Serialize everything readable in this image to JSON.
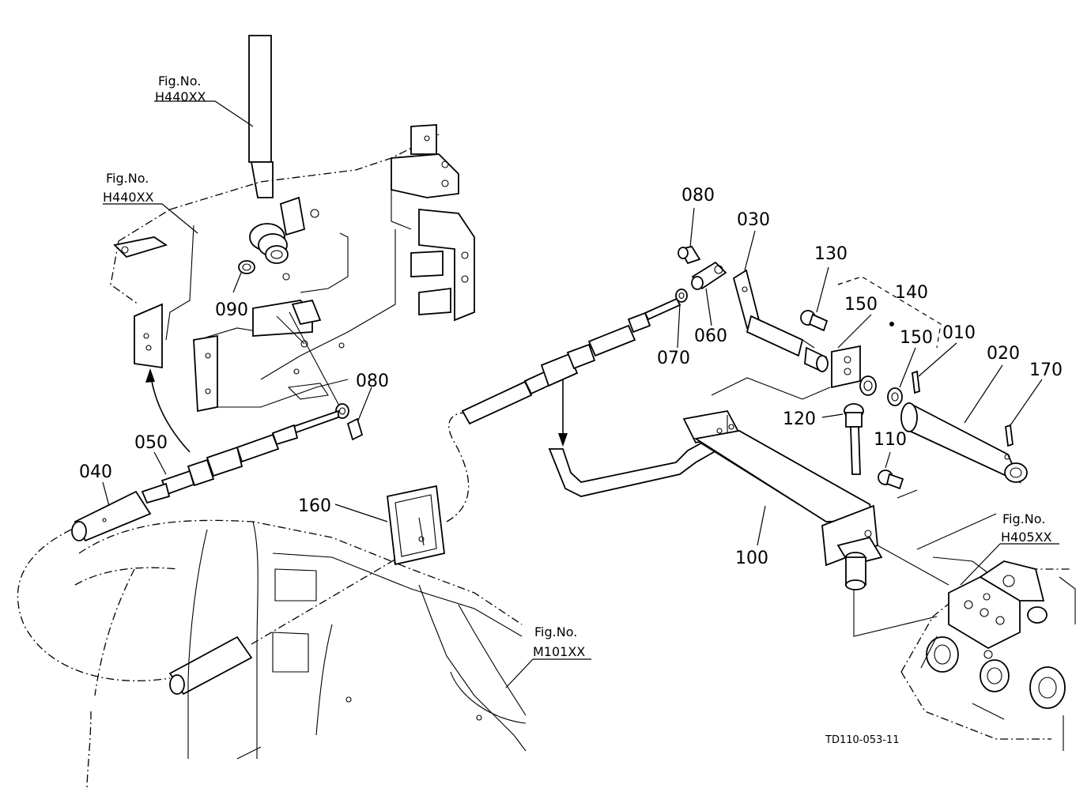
{
  "diagram": {
    "part_labels": [
      {
        "id": "p080a",
        "text": "080"
      },
      {
        "id": "p030",
        "text": "030"
      },
      {
        "id": "p130",
        "text": "130"
      },
      {
        "id": "p140",
        "text": "140"
      },
      {
        "id": "p150a",
        "text": "150"
      },
      {
        "id": "p150b",
        "text": "150"
      },
      {
        "id": "p010",
        "text": "010"
      },
      {
        "id": "p020",
        "text": "020"
      },
      {
        "id": "p170",
        "text": "170"
      },
      {
        "id": "p060",
        "text": "060"
      },
      {
        "id": "p070",
        "text": "070"
      },
      {
        "id": "p120",
        "text": "120"
      },
      {
        "id": "p110",
        "text": "110"
      },
      {
        "id": "p100",
        "text": "100"
      },
      {
        "id": "p090",
        "text": "090"
      },
      {
        "id": "p080b",
        "text": "080"
      },
      {
        "id": "p050",
        "text": "050"
      },
      {
        "id": "p040",
        "text": "040"
      },
      {
        "id": "p160",
        "text": "160"
      }
    ],
    "figure_refs": [
      {
        "id": "ref1",
        "caption": "Fig.No.",
        "code": "H440XX"
      },
      {
        "id": "ref2",
        "caption": "Fig.No.",
        "code": "H440XX"
      },
      {
        "id": "ref3",
        "caption": "Fig.No.",
        "code": "H405XX"
      },
      {
        "id": "ref4",
        "caption": "Fig.No.",
        "code": "M101XX"
      }
    ],
    "drawing_code": "TD110-053-11"
  }
}
